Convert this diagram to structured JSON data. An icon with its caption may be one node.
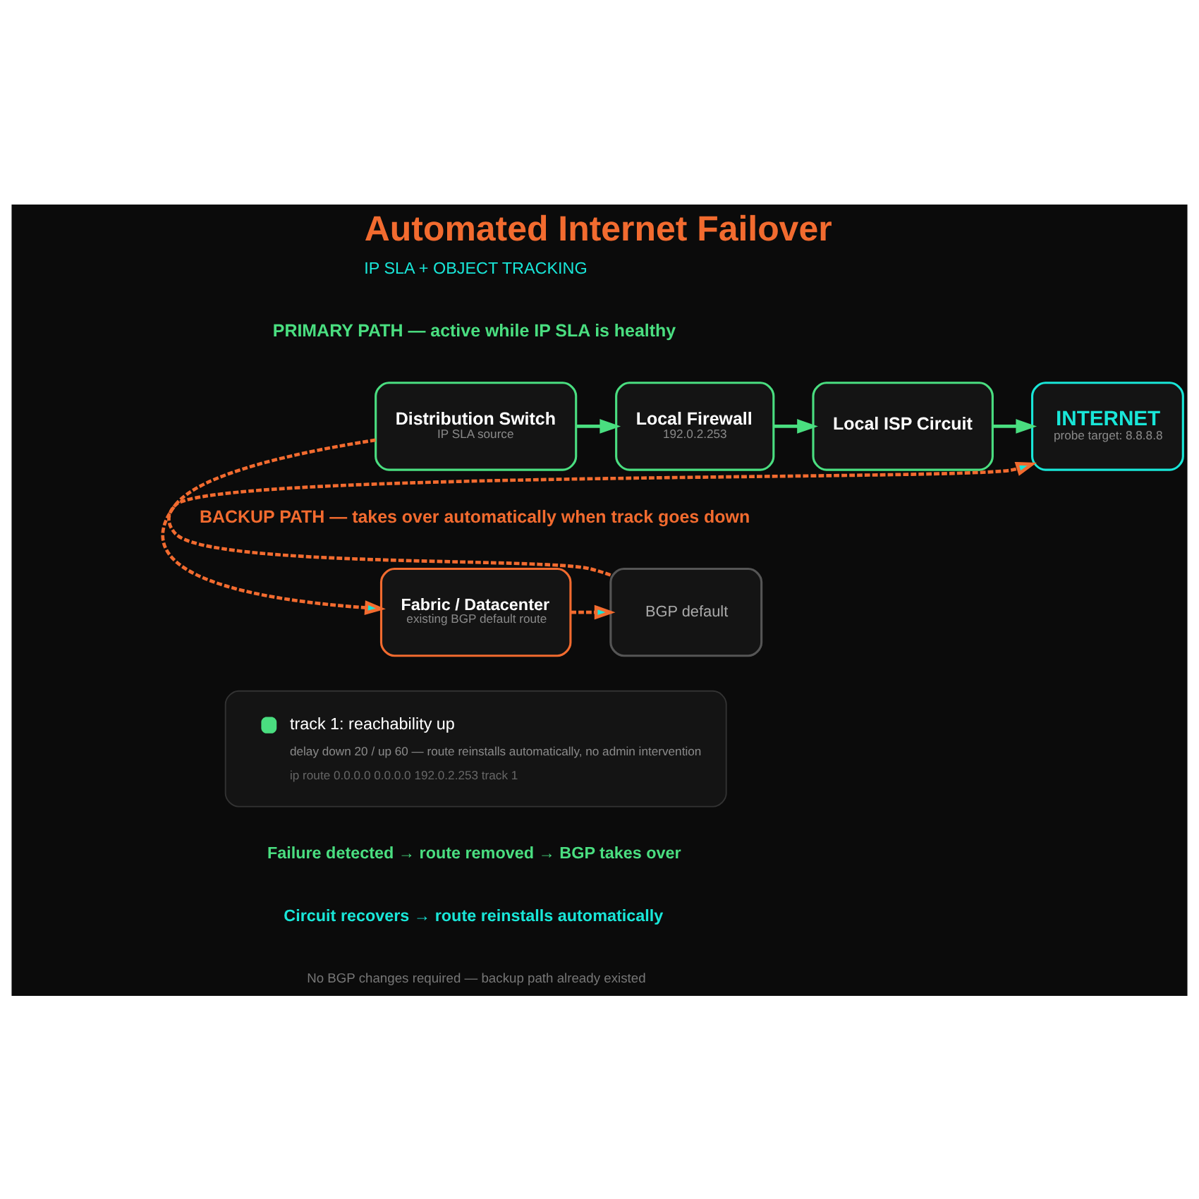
{
  "diagram": {
    "title": "Automated Internet Failover",
    "nodes": [
      {
        "text": [
          "Distribution Switch",
          "IP SLA source"
        ]
      },
      {
        "text": [
          "Local Firewall",
          "192.0.2.253"
        ]
      },
      {
        "text": [
          "Local ISP Circuit"
        ]
      },
      {
        "text": [
          "INTERNET",
          "probe target: 8.8.8.8"
        ]
      },
      {
        "text": [
          "Fabric / Datacenter",
          "existing BGP default route"
        ]
      },
      {
        "text": [
          "BGP default"
        ]
      },
      {
        "text": [
          "track 1: reachability up",
          "delay down 20 / up 60 — route reinstalls automatically, no admin intervention",
          "ip route 0.0.0.0 0.0.0.0 192.0.2.253 track 1"
        ]
      }
    ],
    "edges": [
      {
        "from": 0,
        "to": 1,
        "arrow": "to"
      },
      {
        "from": 1,
        "to": 2,
        "arrow": "to"
      },
      {
        "from": 2,
        "to": 3,
        "arrow": "to"
      },
      {
        "from": 0,
        "to": 4,
        "arrow": "to",
        "style": "dashed",
        "color": "#f26b2f"
      },
      {
        "from": 4,
        "to": 5,
        "arrow": "to",
        "style": "dashed",
        "color": "#f26b2f"
      },
      {
        "from": 5,
        "to": 3,
        "arrow": "to",
        "style": "dashed",
        "color": "#f26b2f"
      }
    ],
    "labels": [
      "IP SLA + OBJECT TRACKING",
      "PRIMARY PATH — active while IP SLA is healthy",
      "BACKUP PATH — takes over automatically when track goes down",
      "Failure detected → route removed → BGP takes over",
      "Circuit recovers → route reinstalls automatically",
      "No BGP changes required — backup path already existed"
    ]
  }
}
